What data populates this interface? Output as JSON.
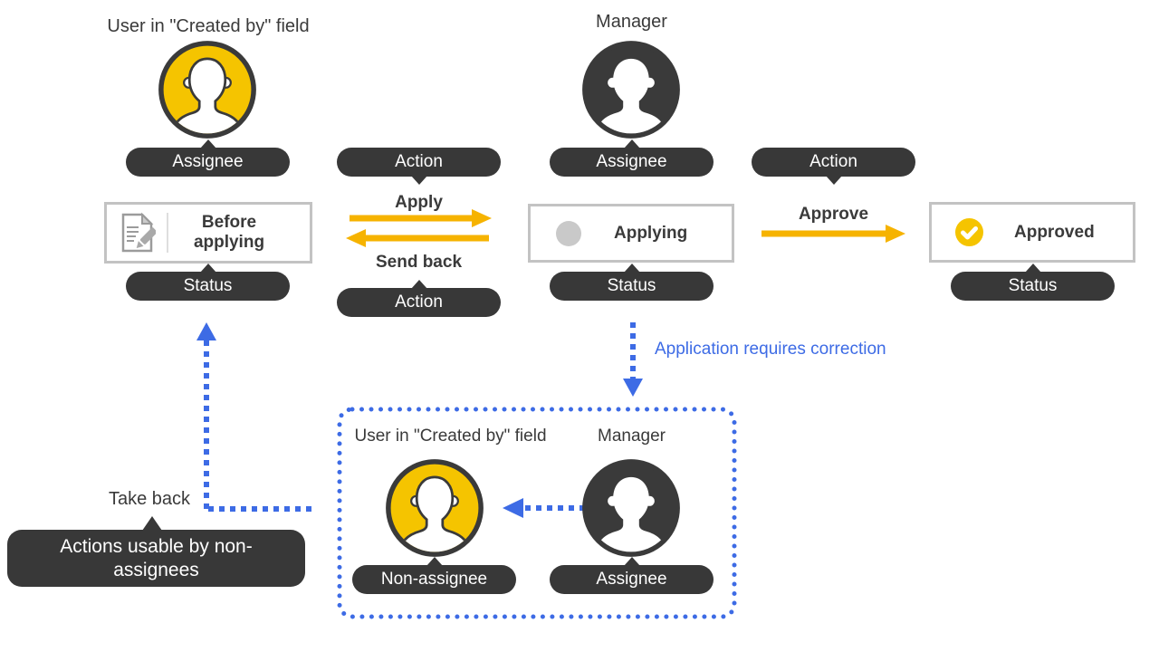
{
  "colors": {
    "dark": "#383838",
    "text_dark": "#3a3a3a",
    "avatar_yellow": "#f5c400",
    "arrow_yellow": "#f6b300",
    "blue": "#3d6be5",
    "status_box_border": "#c3c3c3",
    "gray_dot": "#c9c9c9"
  },
  "top_flow": {
    "creator_label": "User in \"Created by\" field",
    "manager_label": "Manager",
    "creator_badge": "Assignee",
    "manager_badge": "Assignee",
    "action_badge_apply": "Action",
    "action_badge_sendback": "Action",
    "action_badge_approve": "Action",
    "apply_label": "Apply",
    "sendback_label": "Send back",
    "approve_label": "Approve",
    "status_before": {
      "title": "Before applying",
      "badge": "Status",
      "icon": "document-edit-icon"
    },
    "status_applying": {
      "title": "Applying",
      "badge": "Status",
      "icon": "gray-dot-icon"
    },
    "status_approved": {
      "title": "Approved",
      "badge": "Status",
      "icon": "check-circle-icon"
    }
  },
  "correction_note": "Application requires correction",
  "take_back": {
    "label": "Take back",
    "note": "Actions usable by non-assignees"
  },
  "correction_box": {
    "creator_label": "User in \"Created by\" field",
    "manager_label": "Manager",
    "creator_badge": "Non-assignee",
    "manager_badge": "Assignee"
  }
}
